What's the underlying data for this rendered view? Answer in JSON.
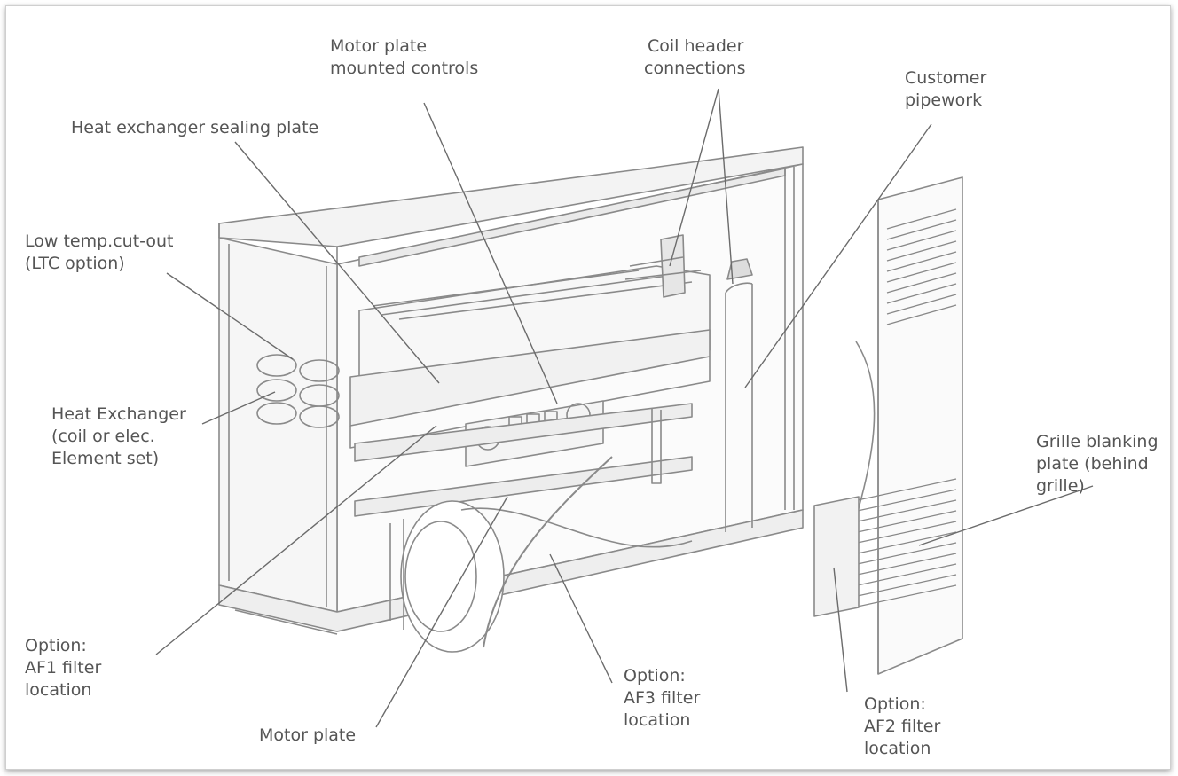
{
  "labels": {
    "motor_plate_controls": [
      "Motor plate",
      "mounted controls"
    ],
    "coil_header": [
      "Coil header",
      "connections"
    ],
    "customer_pipework": [
      "Customer",
      "pipework"
    ],
    "sealing_plate": [
      "Heat exchanger sealing plate"
    ],
    "low_temp": [
      "Low temp.cut-out",
      "(LTC option)"
    ],
    "heat_exchanger": [
      "Heat Exchanger",
      "(coil or elec.",
      "Element set)"
    ],
    "grille_blanking": [
      "Grille blanking",
      "plate (behind",
      "grille)"
    ],
    "af1": [
      "Option:",
      "AF1 filter",
      "location"
    ],
    "motor_plate": [
      "Motor plate"
    ],
    "af3": [
      "Option:",
      "AF3 filter",
      "location"
    ],
    "af2": [
      "Option:",
      "AF2 filter",
      "location"
    ]
  },
  "colors": {
    "text": "#555555",
    "leader": "#6b6b6b",
    "sketch": "#8a8a8a"
  }
}
